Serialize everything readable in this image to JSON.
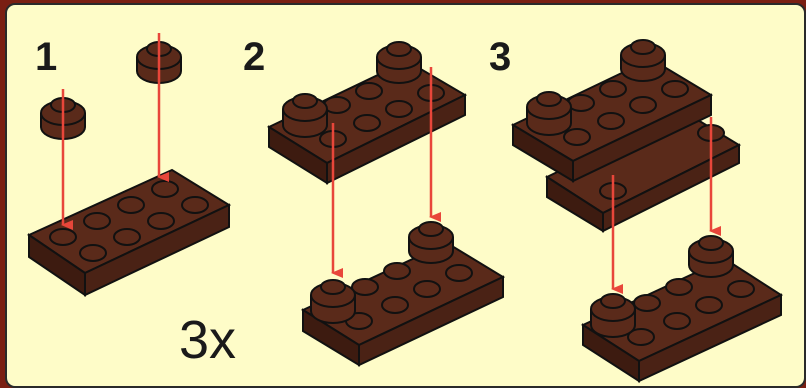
{
  "steps": [
    {
      "number": "1"
    },
    {
      "number": "2"
    },
    {
      "number": "3"
    }
  ],
  "multiplier": "3x",
  "colors": {
    "background_frame": "#7a1f12",
    "panel": "#fefcc8",
    "brick": "#5a2a1a",
    "brick_dark": "#3d1b10",
    "arrow": "#e8463a",
    "outline": "#111111"
  },
  "icons": [
    "round-plate-1x1",
    "plate-2x4",
    "assembly-arrow"
  ]
}
